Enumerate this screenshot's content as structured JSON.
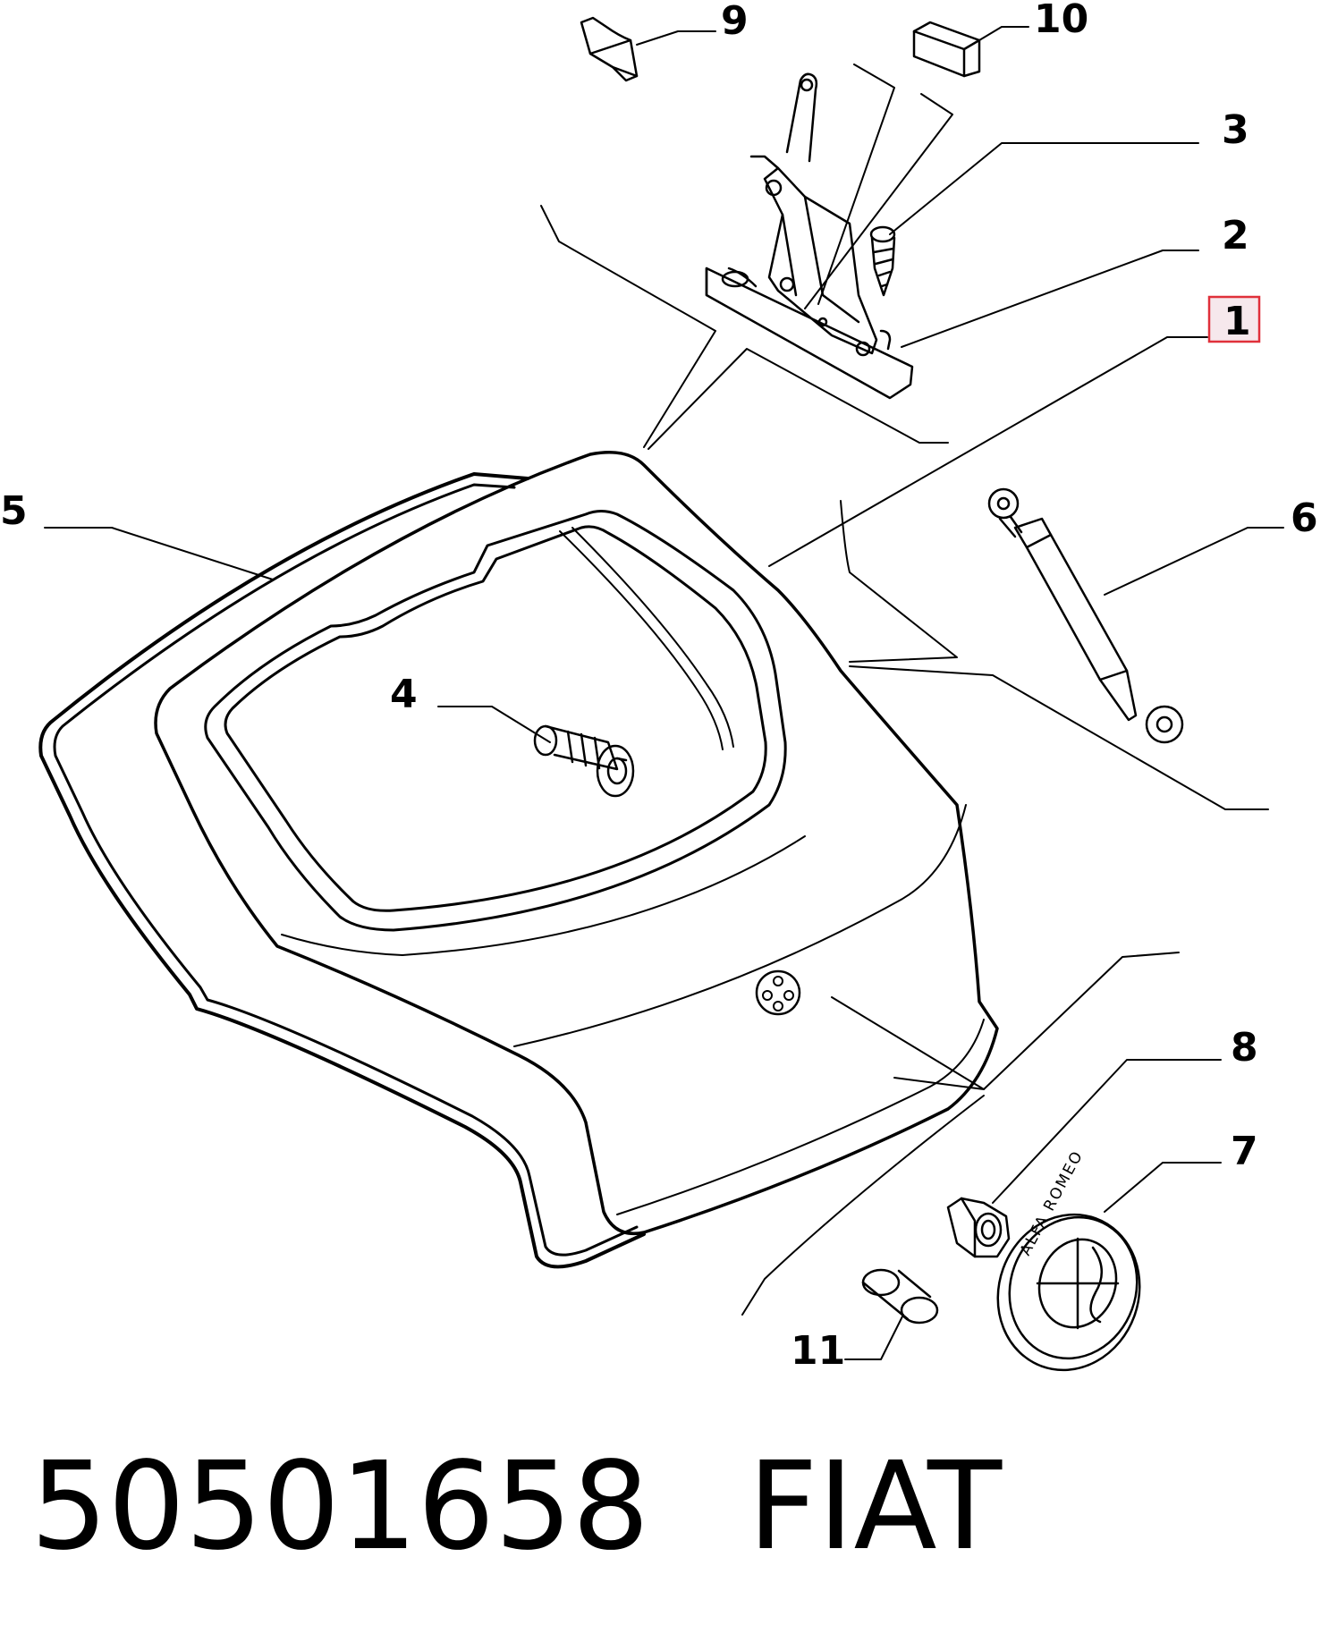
{
  "callouts": {
    "c1": "1",
    "c2": "2",
    "c3": "3",
    "c4": "4",
    "c5": "5",
    "c6": "6",
    "c7": "7",
    "c8": "8",
    "c9": "9",
    "c10": "10",
    "c11": "11"
  },
  "emblem": {
    "ring_text": "ALFA ROMEO"
  },
  "footer": {
    "part_number": "50501658",
    "brand": "FIAT"
  },
  "colors": {
    "line": "#000000",
    "background": "#ffffff",
    "highlight_border": "#e0303a",
    "highlight_fill": "#f6e8ec"
  }
}
